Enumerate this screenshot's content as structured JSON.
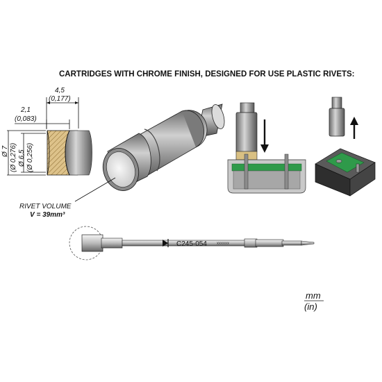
{
  "title": "CARTRIDGES WITH CHROME FINISH, DESIGNED FOR USE PLASTIC RIVETS:",
  "dimensions": {
    "width_outer_mm": "4,5",
    "width_outer_in": "(0,177)",
    "depth_mm": "2,1",
    "depth_in": "(0,083)",
    "dia_outer_mm": "Ø 7",
    "dia_outer_in": "(Ø 0,276)",
    "dia_inner_mm": "Ø 6,5",
    "dia_inner_in": "(Ø 0,256)"
  },
  "rivet": {
    "label": "RIVET VOLUME",
    "volume": "V = 39mm³"
  },
  "cartridge": {
    "part_number": "C245-054",
    "serial": "xxxxxx"
  },
  "units": {
    "primary": "mm",
    "secondary": "(in)"
  },
  "colors": {
    "tip_metal": "#9a9a9a",
    "brass_hatch": "#d8b878",
    "pcb_green": "#2f9a4a",
    "block_dark": "#3a3a3a"
  }
}
